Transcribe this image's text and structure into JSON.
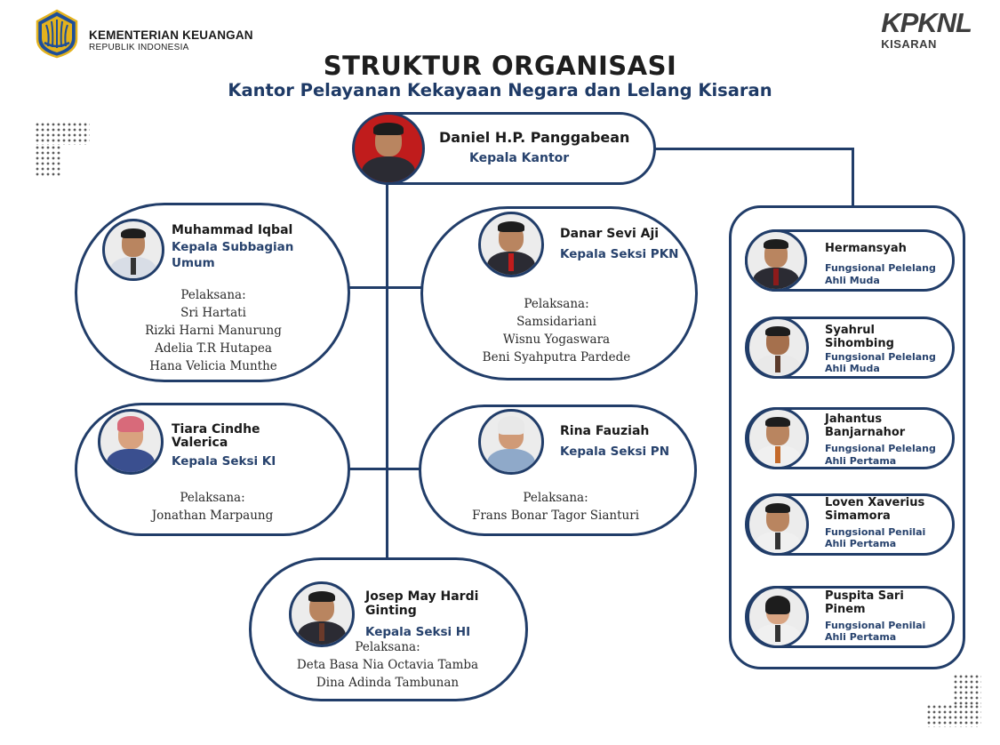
{
  "header": {
    "ministry_line1": "KEMENTERIAN KEUANGAN",
    "ministry_line2": "REPUBLIK INDONESIA",
    "brand_logo": "KPKNL",
    "brand_sub": "KISARAN"
  },
  "title": "STRUKTUR ORGANISASI",
  "subtitle": "Kantor Pelayanan Kekayaan Negara dan Lelang Kisaran",
  "head": {
    "name": "Daniel H.P. Panggabean",
    "role": "Kepala Kantor"
  },
  "units": [
    {
      "name": "Muhammad Iqbal",
      "role_line1": "Kepala Subbagian",
      "role_line2": "Umum",
      "staff_label": "Pelaksana:",
      "staff": [
        "Sri Hartati",
        "Rizki Harni Manurung",
        "Adelia T.R Hutapea",
        "Hana Velicia Munthe"
      ]
    },
    {
      "name": "Danar Sevi Aji",
      "role_line1": "Kepala Seksi PKN",
      "staff_label": "Pelaksana:",
      "staff": [
        "Samsidariani",
        "Wisnu Yogaswara",
        "Beni Syahputra Pardede"
      ]
    },
    {
      "name_line1": "Tiara Cindhe",
      "name_line2": "Valerica",
      "role_line1": "Kepala Seksi KI",
      "staff_label": "Pelaksana:",
      "staff": [
        "Jonathan Marpaung"
      ]
    },
    {
      "name": "Rina Fauziah",
      "role_line1": "Kepala Seksi PN",
      "staff_label": "Pelaksana:",
      "staff": [
        "Frans Bonar Tagor Sianturi"
      ]
    },
    {
      "name_line1": "Josep May Hardi",
      "name_line2": "Ginting",
      "role_line1": "Kepala Seksi HI",
      "staff_label": "Pelaksana:",
      "staff": [
        "Deta Basa Nia Octavia Tamba",
        "Dina Adinda Tambunan"
      ]
    }
  ],
  "functionals": [
    {
      "name_line1": "Hermansyah",
      "name_line2": "",
      "role_line1": "Fungsional Pelelang",
      "role_line2": "Ahli Muda"
    },
    {
      "name_line1": "Syahrul",
      "name_line2": "Sihombing",
      "role_line1": "Fungsional Pelelang",
      "role_line2": "Ahli Muda"
    },
    {
      "name_line1": "Jahantus",
      "name_line2": "Banjarnahor",
      "role_line1": "Fungsional Pelelang",
      "role_line2": "Ahli Pertama"
    },
    {
      "name_line1": "Loven Xaverius",
      "name_line2": "Simamora",
      "role_line1": "Fungsional Penilai",
      "role_line2": "Ahli Pertama"
    },
    {
      "name_line1": "Puspita Sari",
      "name_line2": "Pinem",
      "role_line1": "Fungsional Penilai",
      "role_line2": "Ahli Pertama"
    }
  ],
  "colors": {
    "navy": "#213d69",
    "role_text": "#27426d",
    "emblem_blue": "#1d4e9a",
    "emblem_gold": "#e3b21d"
  }
}
